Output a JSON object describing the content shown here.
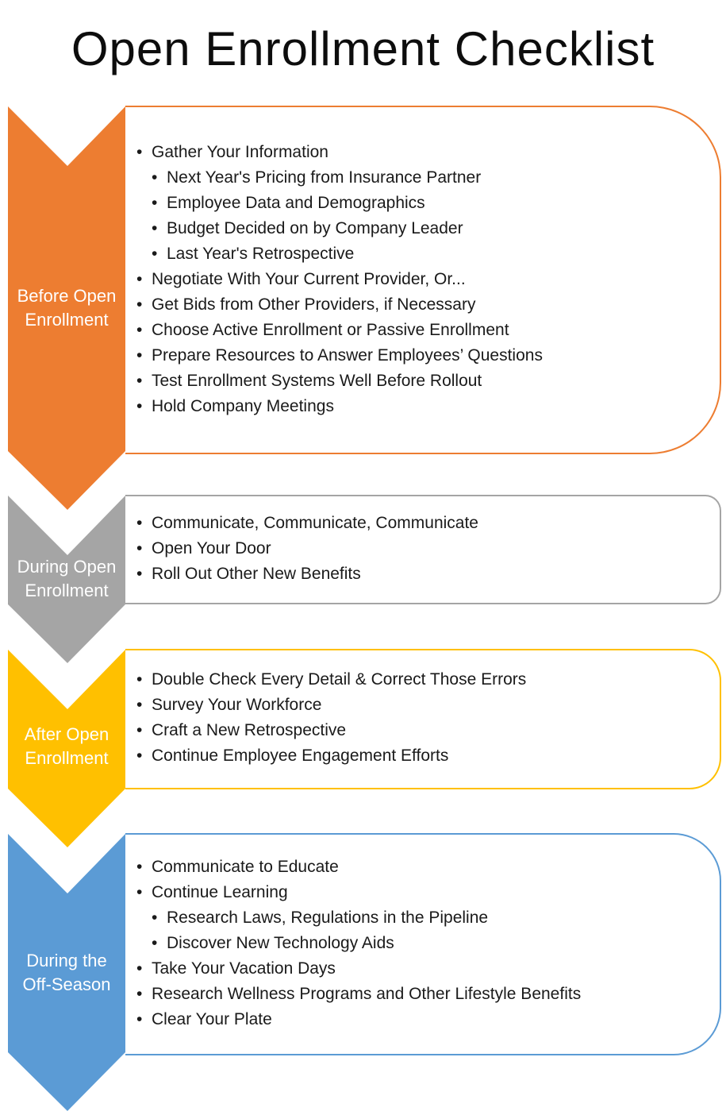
{
  "title": "Open Enrollment Checklist",
  "stages": [
    {
      "label": "Before Open Enrollment",
      "label_lines": [
        "Before Open",
        "Enrollment"
      ],
      "color": "#ED7D31",
      "items": [
        {
          "text": "Gather Your Information",
          "level": 0
        },
        {
          "text": "Next Year's Pricing from Insurance Partner",
          "level": 1
        },
        {
          "text": "Employee Data and Demographics",
          "level": 1
        },
        {
          "text": "Budget Decided on by Company Leader",
          "level": 1
        },
        {
          "text": "Last Year's Retrospective",
          "level": 1
        },
        {
          "text": "Negotiate With Your Current Provider, Or...",
          "level": 0
        },
        {
          "text": "Get Bids from Other Providers, if Necessary",
          "level": 0
        },
        {
          "text": "Choose Active Enrollment or Passive Enrollment",
          "level": 0
        },
        {
          "text": "Prepare Resources to Answer Employees’ Questions",
          "level": 0
        },
        {
          "text": "Test Enrollment Systems Well Before Rollout",
          "level": 0
        },
        {
          "text": "Hold Company Meetings",
          "level": 0
        }
      ]
    },
    {
      "label": "During Open Enrollment",
      "label_lines": [
        "During Open",
        "Enrollment"
      ],
      "color": "#A5A5A5",
      "items": [
        {
          "text": "Communicate, Communicate, Communicate",
          "level": 0
        },
        {
          "text": "Open Your Door",
          "level": 0
        },
        {
          "text": "Roll Out Other New Benefits",
          "level": 0
        }
      ]
    },
    {
      "label": "After Open Enrollment",
      "label_lines": [
        "After Open",
        "Enrollment"
      ],
      "color": "#FFC000",
      "items": [
        {
          "text": "Double Check Every Detail & Correct Those Errors",
          "level": 0
        },
        {
          "text": "Survey Your Workforce",
          "level": 0
        },
        {
          "text": "Craft a New Retrospective",
          "level": 0
        },
        {
          "text": "Continue Employee Engagement Efforts",
          "level": 0
        }
      ]
    },
    {
      "label": "During the Off-Season",
      "label_lines": [
        "During the",
        "Off-Season"
      ],
      "color": "#5B9BD5",
      "items": [
        {
          "text": "Communicate to Educate",
          "level": 0
        },
        {
          "text": "Continue Learning",
          "level": 0
        },
        {
          "text": "Research Laws, Regulations in the Pipeline",
          "level": 1
        },
        {
          "text": "Discover New Technology Aids",
          "level": 1
        },
        {
          "text": "Take Your Vacation Days",
          "level": 0
        },
        {
          "text": "Research Wellness Programs and Other Lifestyle Benefits",
          "level": 0
        },
        {
          "text": "Clear Your Plate",
          "level": 0
        }
      ]
    }
  ],
  "bullet_char": "•"
}
